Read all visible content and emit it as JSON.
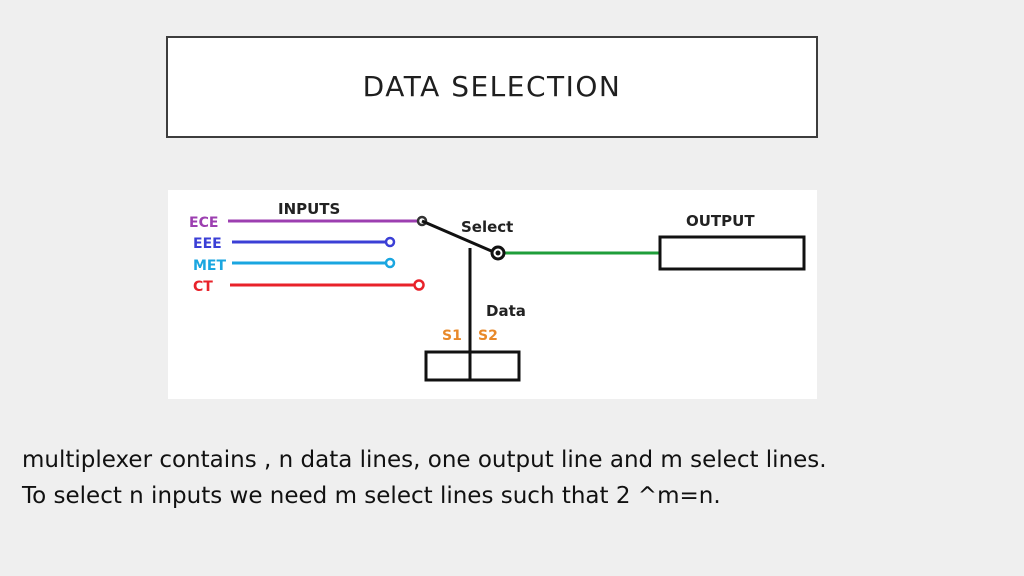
{
  "slide": {
    "title": "DATA SELECTION"
  },
  "diagram": {
    "inputs_label": "INPUTS",
    "select_label": "Select",
    "output_label": "OUTPUT",
    "data_label": "Data",
    "s1_label": "S1",
    "s2_label": "S2",
    "inputs": [
      {
        "label": "ECE",
        "color": "#9c3fb0"
      },
      {
        "label": "EEE",
        "color": "#3b3fd6"
      },
      {
        "label": "MET",
        "color": "#1aa6e0"
      },
      {
        "label": "CT",
        "color": "#e8222a"
      }
    ],
    "output_line_color": "#1f9e3a",
    "select_label_color": "#e8892a"
  },
  "body": {
    "line1": "multiplexer contains , n data lines, one output line and m select lines.",
    "line2": "To select n inputs we need m select lines such that 2 ^m=n."
  }
}
